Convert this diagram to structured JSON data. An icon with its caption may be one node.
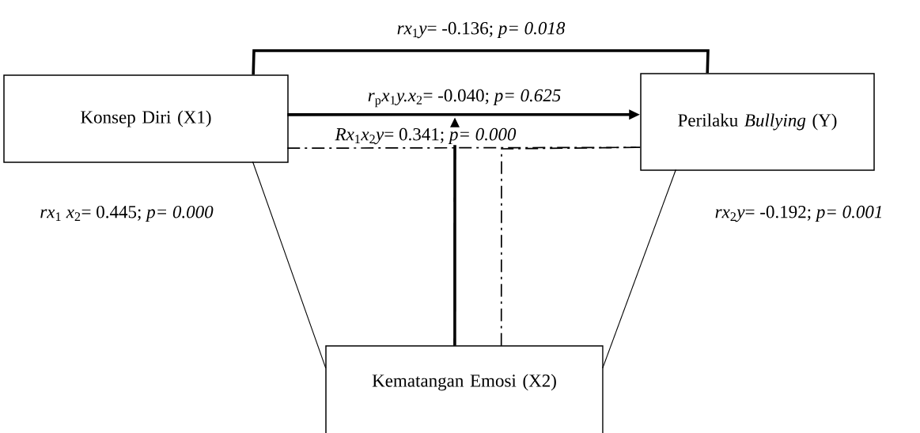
{
  "diagram": {
    "nodes": [
      {
        "text": [
          "Konsep Diri (X1)"
        ]
      },
      {
        "text": [
          "Perilaku *Bullying* (Y)"
        ]
      },
      {
        "text": [
          "Kematangan Emosi (X2)"
        ]
      }
    ],
    "edges": [
      {
        "from": 0,
        "to": 1,
        "arrow": "none",
        "style": "thick",
        "label": "*rx*$_{1}$*y*= -0.136; *p= 0.018*"
      },
      {
        "from": 0,
        "to": 1,
        "arrow": "to",
        "style": "thick",
        "label": "*r*$_{p}$*x*$_{1}$*y.x*$_{2}$= -0.040; *p= 0.625*"
      },
      {
        "from": 2,
        "to": null,
        "arrow": "to",
        "style": "thick"
      },
      {
        "from": 0,
        "to": 1,
        "arrow": "none",
        "style": "dashed",
        "label": "*Rx*$_{1}$*x*$_{2}$*y*= 0.341; *p= 0.000*"
      },
      {
        "from": 2,
        "to": 1,
        "arrow": "none",
        "style": "dashed"
      },
      {
        "from": 0,
        "to": 2,
        "arrow": "none",
        "label": "*rx*$_{1}$ *x*$_{2}$= 0.445; *p= 0.000*"
      },
      {
        "from": 1,
        "to": 2,
        "arrow": "none",
        "label": "*rx*$_{2}$*y*= -0.192; *p= 0.001*"
      }
    ]
  }
}
